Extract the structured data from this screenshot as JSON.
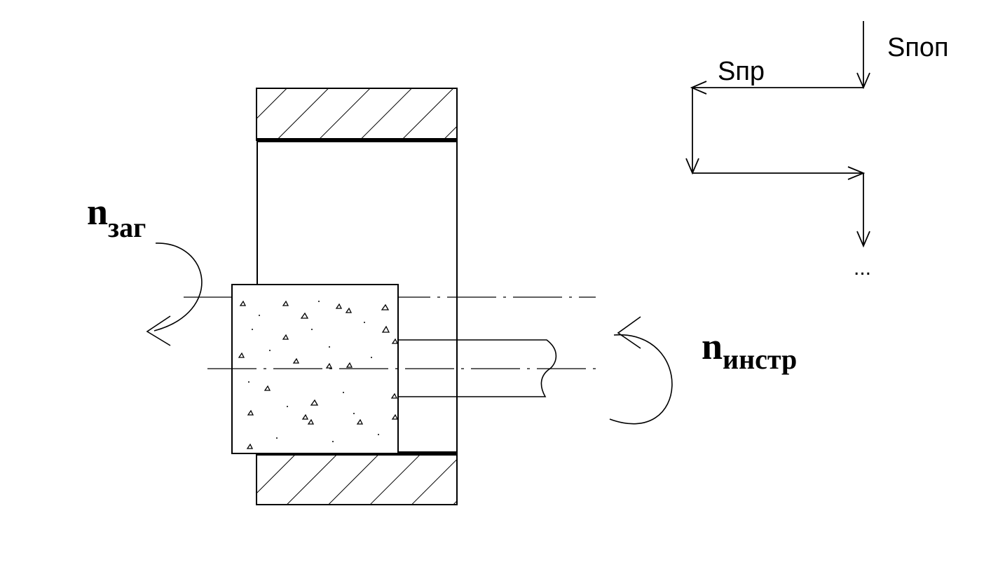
{
  "labels": {
    "workpiece_rotation_main": "n",
    "workpiece_rotation_sub": "заг",
    "tool_rotation_main": "n",
    "tool_rotation_sub": "инстр",
    "cross_feed": "Sпоп",
    "longitudinal_feed": "Sпр",
    "continuation": "..."
  },
  "colors": {
    "line": "#000000",
    "background": "#ffffff"
  }
}
